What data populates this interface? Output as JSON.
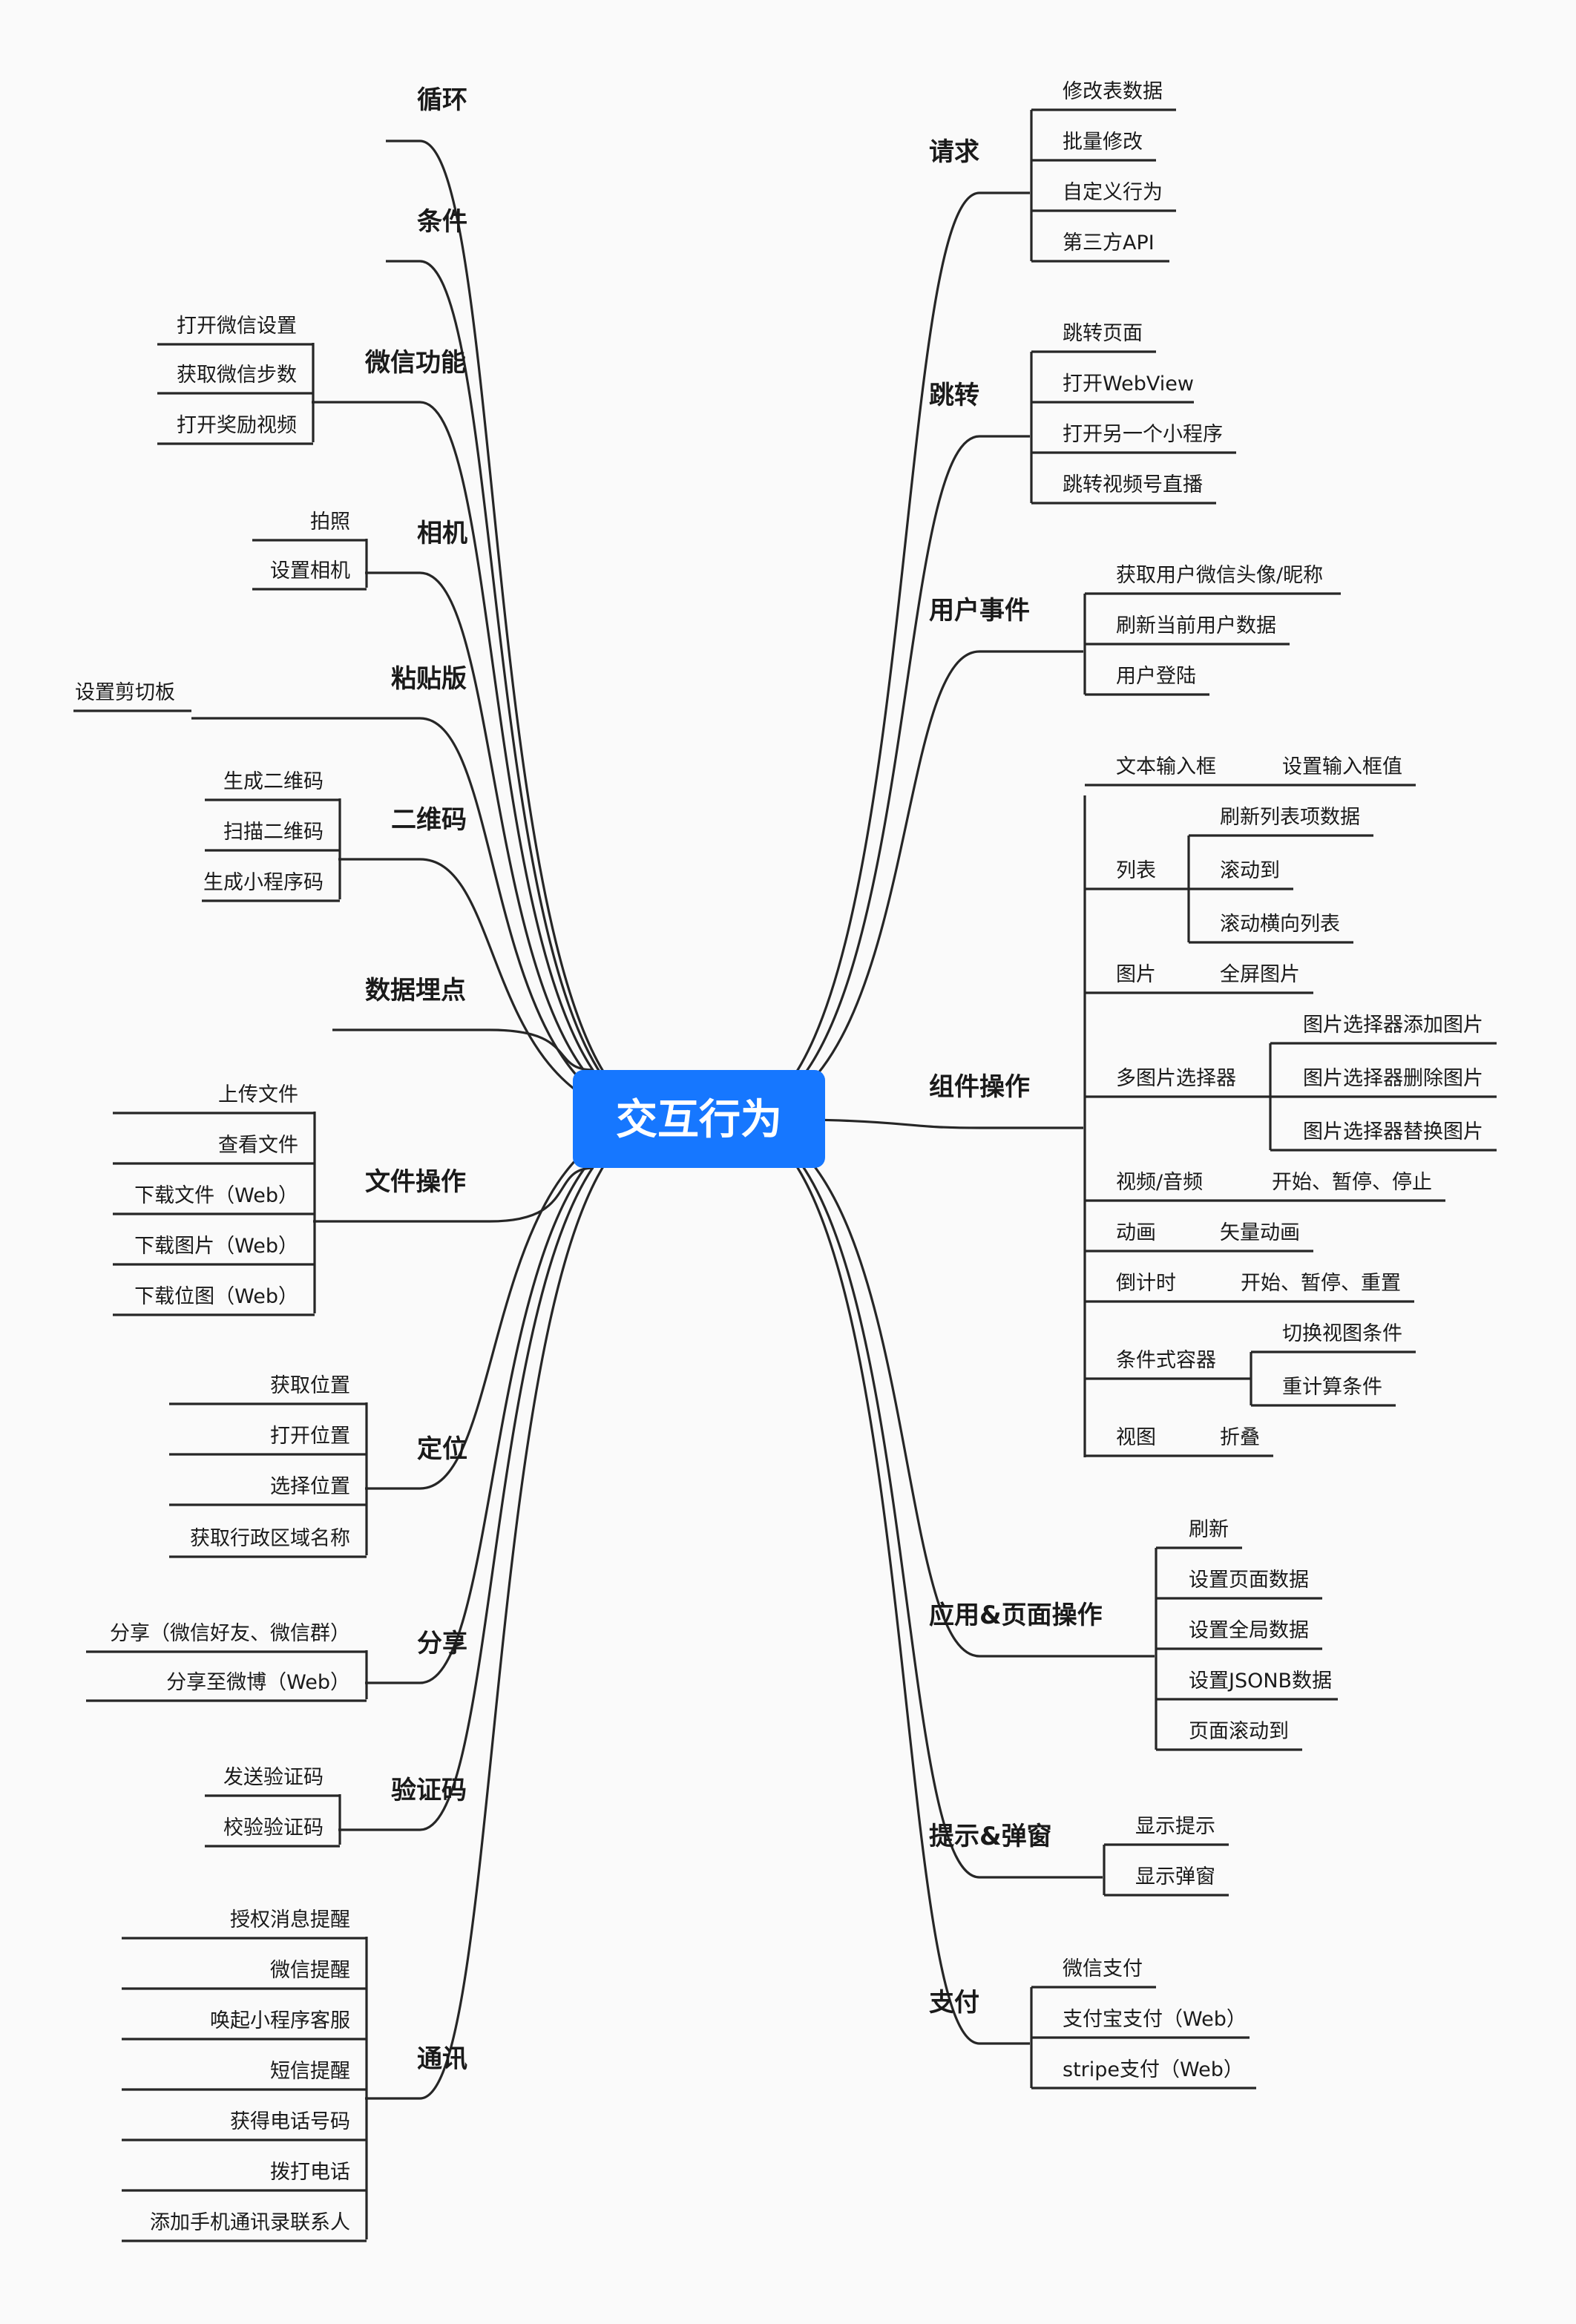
{
  "center": {
    "label": "交互行为",
    "color": "#1677ff"
  },
  "branches": [
    {
      "label": "循环",
      "children": []
    },
    {
      "label": "条件",
      "children": []
    },
    {
      "label": "微信功能",
      "children": [
        {
          "label": "打开微信设置"
        },
        {
          "label": "获取微信步数"
        },
        {
          "label": "打开奖励视频"
        }
      ]
    },
    {
      "label": "相机",
      "children": [
        {
          "label": "拍照"
        },
        {
          "label": "设置相机"
        }
      ]
    },
    {
      "label": "粘贴版",
      "children": [
        {
          "label": "设置剪切板"
        }
      ]
    },
    {
      "label": "二维码",
      "children": [
        {
          "label": "生成二维码"
        },
        {
          "label": "扫描二维码"
        },
        {
          "label": "生成小程序码"
        }
      ]
    },
    {
      "label": "数据埋点",
      "children": []
    },
    {
      "label": "文件操作",
      "children": [
        {
          "label": "上传文件"
        },
        {
          "label": "查看文件"
        },
        {
          "label": "下载文件（Web）"
        },
        {
          "label": "下载图片（Web）"
        },
        {
          "label": "下载位图（Web）"
        }
      ]
    },
    {
      "label": "定位",
      "children": [
        {
          "label": "获取位置"
        },
        {
          "label": "打开位置"
        },
        {
          "label": "选择位置"
        },
        {
          "label": "获取行政区域名称"
        }
      ]
    },
    {
      "label": "分享",
      "children": [
        {
          "label": "分享（微信好友、微信群）"
        },
        {
          "label": "分享至微博（Web）"
        }
      ]
    },
    {
      "label": "验证码",
      "children": [
        {
          "label": "发送验证码"
        },
        {
          "label": "校验验证码"
        }
      ]
    },
    {
      "label": "通讯",
      "children": [
        {
          "label": "授权消息提醒"
        },
        {
          "label": "微信提醒"
        },
        {
          "label": "唤起小程序客服"
        },
        {
          "label": "短信提醒"
        },
        {
          "label": "获得电话号码"
        },
        {
          "label": "拨打电话"
        },
        {
          "label": "添加手机通讯录联系人"
        }
      ]
    },
    {
      "label": "请求",
      "children": [
        {
          "label": "修改表数据"
        },
        {
          "label": "批量修改"
        },
        {
          "label": "自定义行为"
        },
        {
          "label": "第三方API"
        }
      ]
    },
    {
      "label": "跳转",
      "children": [
        {
          "label": "跳转页面"
        },
        {
          "label": "打开WebView"
        },
        {
          "label": "打开另一个小程序"
        },
        {
          "label": "跳转视频号直播"
        }
      ]
    },
    {
      "label": "用户事件",
      "children": [
        {
          "label": "获取用户微信头像/昵称"
        },
        {
          "label": "刷新当前用户数据"
        },
        {
          "label": "用户登陆"
        }
      ]
    },
    {
      "label": "组件操作",
      "children": [
        {
          "label": "文本输入框",
          "children": [
            {
              "label": "设置输入框值"
            }
          ]
        },
        {
          "label": "列表",
          "children": [
            {
              "label": "刷新列表项数据"
            },
            {
              "label": "滚动到"
            },
            {
              "label": "滚动横向列表"
            }
          ]
        },
        {
          "label": "图片",
          "children": [
            {
              "label": "全屏图片"
            }
          ]
        },
        {
          "label": "多图片选择器",
          "children": [
            {
              "label": "图片选择器添加图片"
            },
            {
              "label": "图片选择器删除图片"
            },
            {
              "label": "图片选择器替换图片"
            }
          ]
        },
        {
          "label": "视频/音频",
          "children": [
            {
              "label": "开始、暂停、停止"
            }
          ]
        },
        {
          "label": "动画",
          "children": [
            {
              "label": "矢量动画"
            }
          ]
        },
        {
          "label": "倒计时",
          "children": [
            {
              "label": "开始、暂停、重置"
            }
          ]
        },
        {
          "label": "条件式容器",
          "children": [
            {
              "label": "切换视图条件"
            },
            {
              "label": "重计算条件"
            }
          ]
        },
        {
          "label": "视图",
          "children": [
            {
              "label": "折叠"
            }
          ]
        }
      ]
    },
    {
      "label": "应用&页面操作",
      "children": [
        {
          "label": "刷新"
        },
        {
          "label": "设置页面数据"
        },
        {
          "label": "设置全局数据"
        },
        {
          "label": "设置JSONB数据"
        },
        {
          "label": "页面滚动到"
        }
      ]
    },
    {
      "label": "提示&弹窗",
      "children": [
        {
          "label": "显示提示"
        },
        {
          "label": "显示弹窗"
        }
      ]
    },
    {
      "label": "支付",
      "children": [
        {
          "label": "微信支付"
        },
        {
          "label": "支付宝支付（Web）"
        },
        {
          "label": "stripe支付（Web）"
        }
      ]
    }
  ]
}
